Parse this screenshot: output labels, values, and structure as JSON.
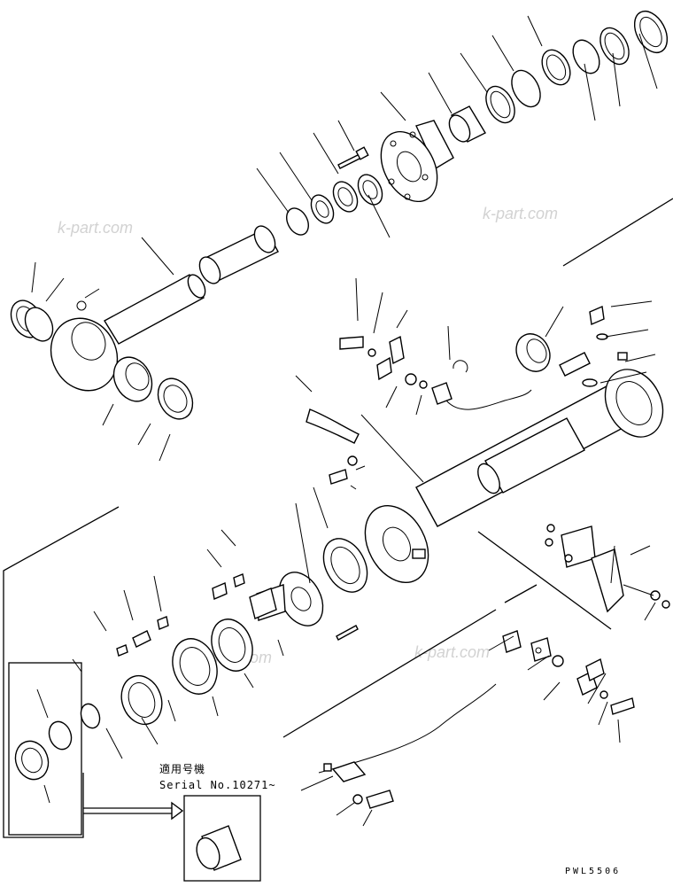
{
  "watermarks": [
    "k-part.com",
    "k-part.com",
    "k-part.com",
    "k-part.com"
  ],
  "serial_note": {
    "line1": "適用号機",
    "line2": "Serial No.10271~"
  },
  "drawing_code": "PWL5506"
}
